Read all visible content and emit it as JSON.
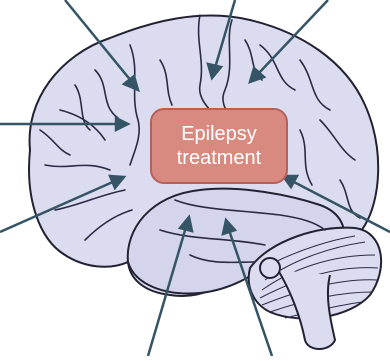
{
  "center_label": {
    "line1": "Epilepsy",
    "line2": "treatment",
    "fill_color": "#d98a80",
    "border_color": "#b5605a"
  },
  "colors": {
    "brain_fill": "#dcdcf0",
    "brain_outline": "#222233",
    "sulcus": "#2a2a44",
    "arrow": "#355566"
  },
  "arrow_count": 8
}
